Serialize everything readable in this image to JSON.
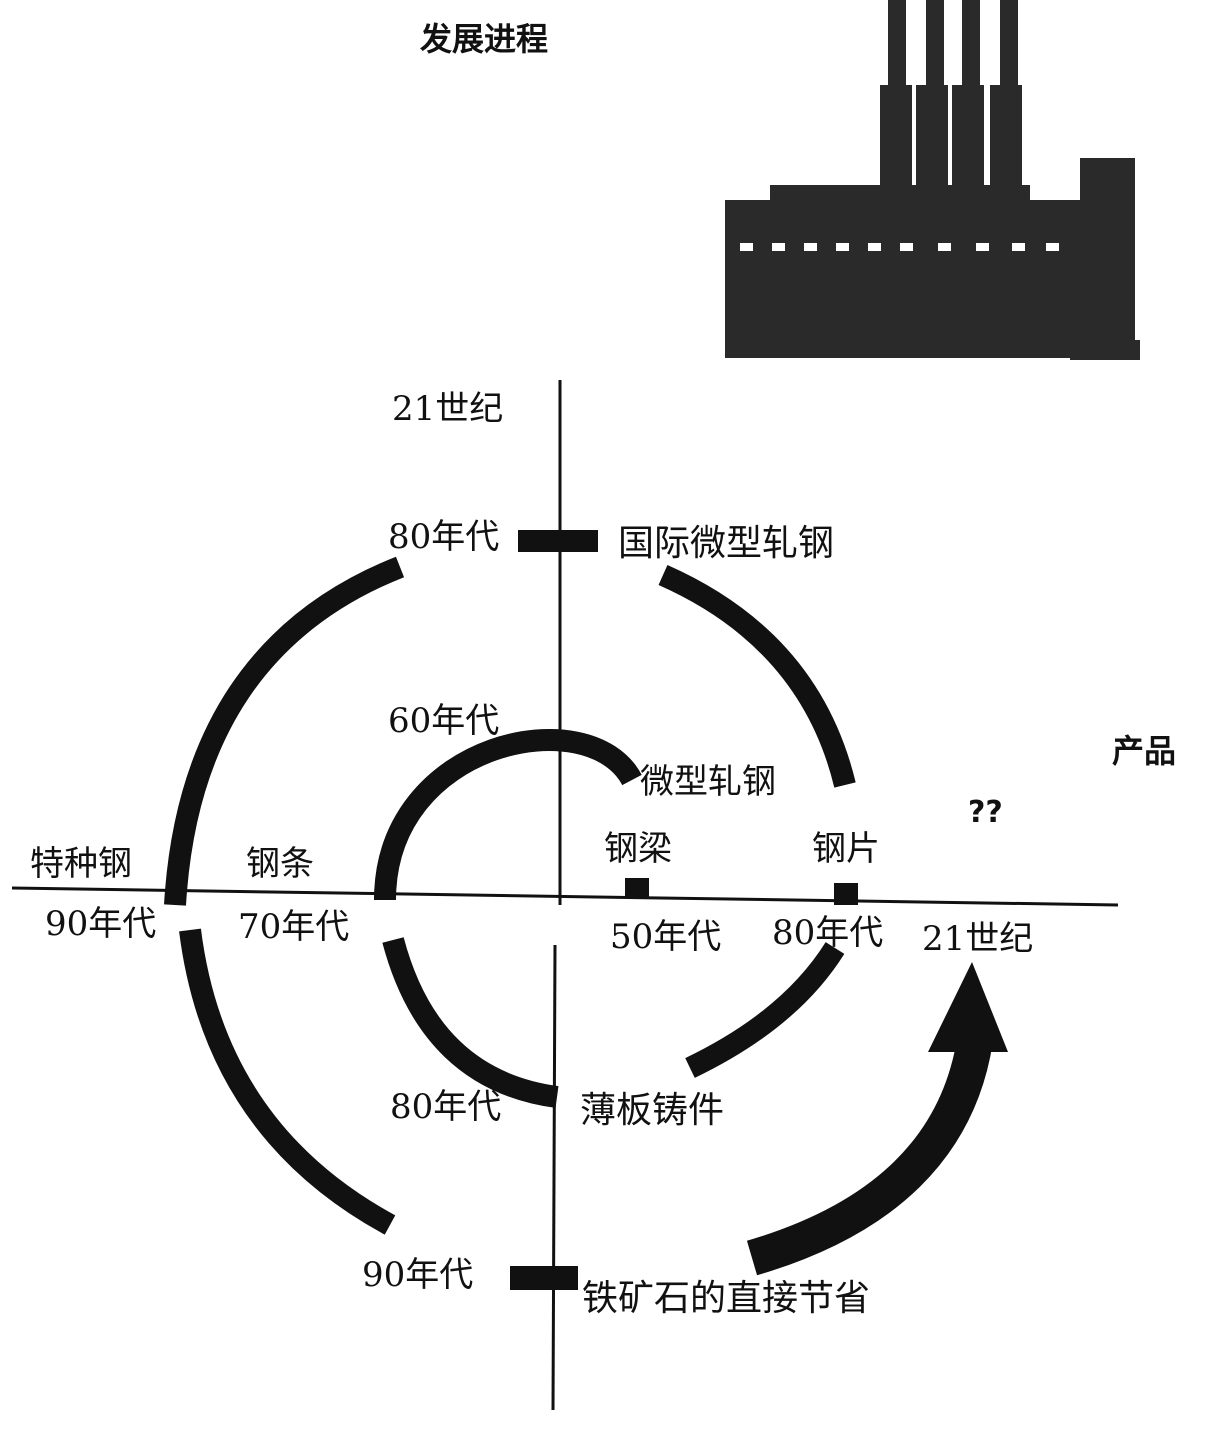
{
  "title": "发展进程",
  "y_axis_label": "产品",
  "question_mark": "??",
  "colors": {
    "ink": "#111111",
    "factory": "#2a2a2a",
    "window": "#ffffff"
  },
  "labels": {
    "top_century": "21世纪",
    "top_80s": "80年代",
    "intl_micro_rolling": "国际微型轧钢",
    "left_60s": "60年代",
    "micro_rolling": "微型轧钢",
    "special_steel": "特种钢",
    "steel_bar": "钢条",
    "steel_beam": "钢梁",
    "steel_sheet": "钢片",
    "left_90s": "90年代",
    "left_70s": "70年代",
    "right_50s": "50年代",
    "right_80s": "80年代",
    "right_century": "21世纪",
    "bottom_80s": "80年代",
    "thin_slab_casting": "薄板铸件",
    "bottom_90s": "90年代",
    "direct_iron_ore_saving": "铁矿石的直接节省"
  },
  "icons": {
    "factory": "factory-icon"
  }
}
